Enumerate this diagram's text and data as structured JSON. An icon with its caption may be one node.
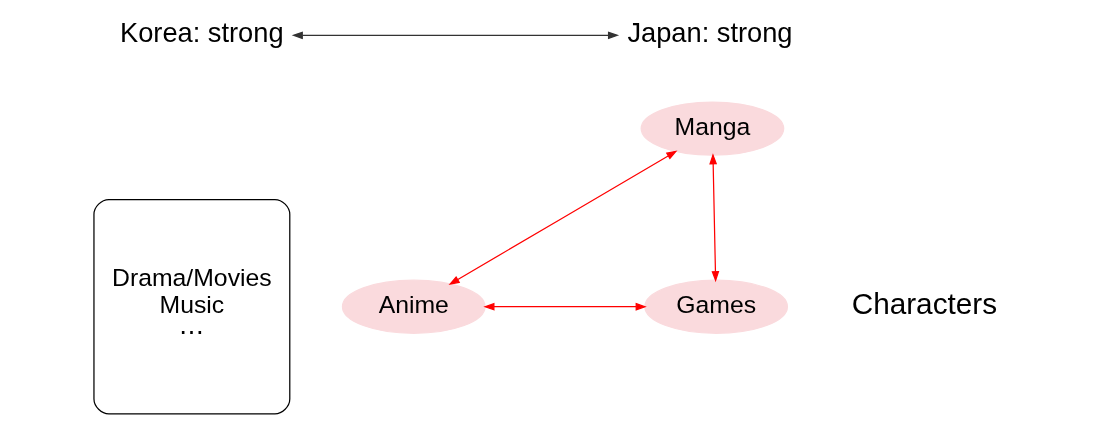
{
  "diagram": {
    "nodes": [
      {
        "text": [
          "Korea: strong"
        ]
      },
      {
        "text": [
          "Japan: strong"
        ]
      },
      {
        "text": [
          "Drama/Movies",
          "Music",
          "⋯"
        ]
      },
      {
        "text": [
          "Manga"
        ]
      },
      {
        "text": [
          "Anime"
        ]
      },
      {
        "text": [
          "Games"
        ]
      }
    ],
    "edges": [
      {
        "from": 0,
        "to": 1,
        "arrow": "both",
        "color": "#333333"
      },
      {
        "from": 3,
        "to": 4,
        "arrow": "both"
      },
      {
        "from": 3,
        "to": 5,
        "arrow": "both"
      },
      {
        "from": 4,
        "to": 5,
        "arrow": "both"
      }
    ],
    "labels": [
      "Characters"
    ]
  }
}
